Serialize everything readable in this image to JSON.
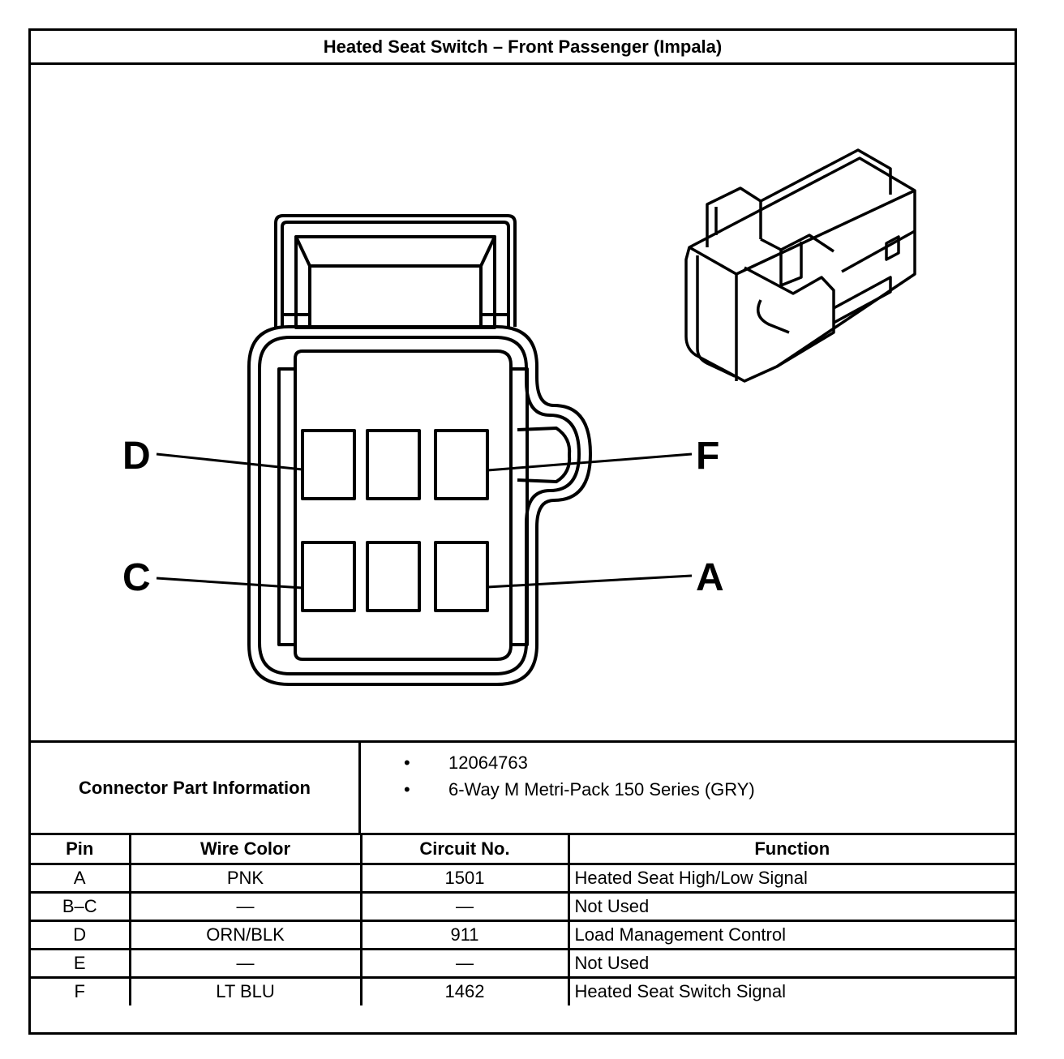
{
  "title": "Heated Seat Switch – Front Passenger (Impala)",
  "diagram": {
    "cavity_labels": {
      "D": "D",
      "F": "F",
      "C": "C",
      "A": "A"
    }
  },
  "connector_info": {
    "label": "Connector Part Information",
    "items": [
      "12064763",
      "6-Way M Metri-Pack 150 Series (GRY)"
    ]
  },
  "pin_table": {
    "headers": [
      "Pin",
      "Wire Color",
      "Circuit No.",
      "Function"
    ],
    "rows": [
      {
        "pin": "A",
        "wire": "PNK",
        "circuit": "1501",
        "function": "Heated Seat High/Low Signal"
      },
      {
        "pin": "B–C",
        "wire": "—",
        "circuit": "—",
        "function": "Not Used"
      },
      {
        "pin": "D",
        "wire": "ORN/BLK",
        "circuit": "911",
        "function": "Load Management Control"
      },
      {
        "pin": "E",
        "wire": "—",
        "circuit": "—",
        "function": "Not Used"
      },
      {
        "pin": "F",
        "wire": "LT BLU",
        "circuit": "1462",
        "function": "Heated Seat Switch Signal"
      }
    ]
  }
}
